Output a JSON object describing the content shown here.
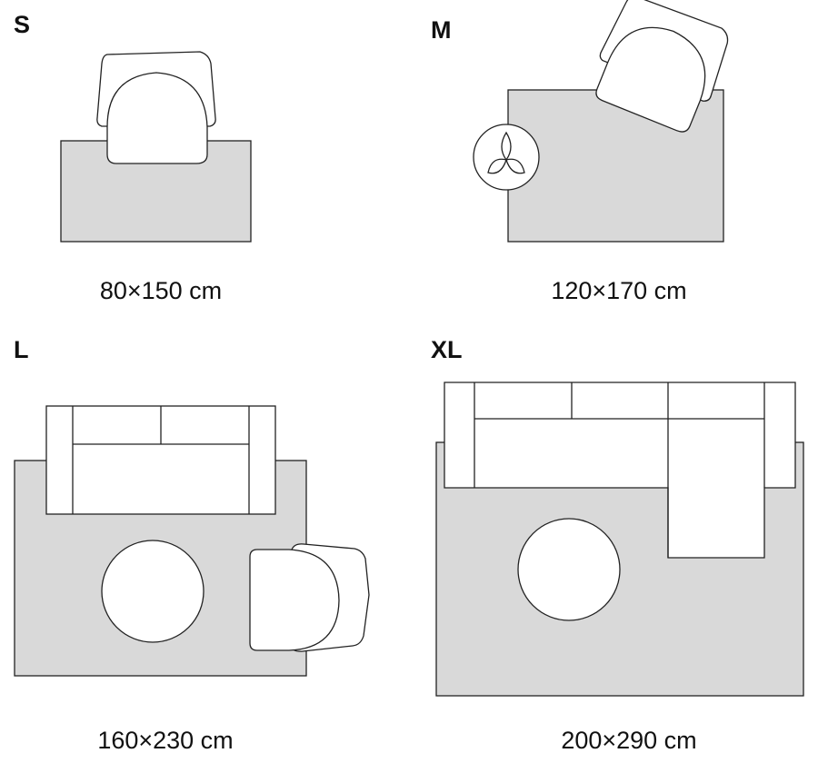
{
  "panels": [
    {
      "size": "S",
      "dimensions": "80×150 cm"
    },
    {
      "size": "M",
      "dimensions": "120×170 cm"
    },
    {
      "size": "L",
      "dimensions": "160×230 cm"
    },
    {
      "size": "XL",
      "dimensions": "200×290 cm"
    }
  ],
  "icons": {
    "chair": "armchair-icon",
    "plant": "potted-plant-icon",
    "sofa": "sofa-icon",
    "corner_sofa": "corner-sofa-icon",
    "table": "round-table-icon",
    "rug": "rug-icon"
  },
  "colors": {
    "rug_fill": "#d9d9d9",
    "outline": "#222222",
    "furniture_fill": "#ffffff"
  }
}
